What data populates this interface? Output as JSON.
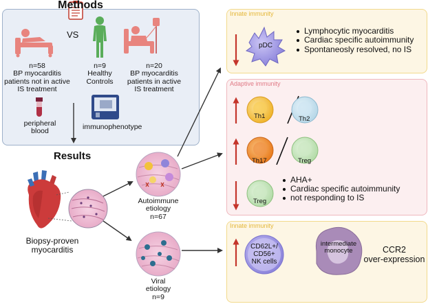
{
  "colors": {
    "methods_bg": "#e9eef6",
    "methods_border": "#9db0c9",
    "innate_bg": "#fdf6e4",
    "innate_border": "#f2d98b",
    "innate_label": "#e4b73a",
    "adaptive_bg": "#fceff0",
    "adaptive_border": "#efb7bd",
    "adaptive_label": "#e07a86",
    "arrow_red": "#c4352b",
    "arrow_dark": "#333333"
  },
  "methods": {
    "title": "Methods",
    "vs": "VS",
    "group1": [
      "n=58",
      "BP myocarditis",
      "patients not in active",
      "IS treatment"
    ],
    "group2": [
      "n=9",
      "Healthy",
      "Controls"
    ],
    "group3": [
      "n=20",
      "BP myocarditis",
      "patients in active",
      "IS treatment"
    ],
    "sample": [
      "peripheral",
      "blood"
    ],
    "assay": "immunophenotype"
  },
  "results": {
    "title": "Results",
    "biopsy": [
      "Biopsy-proven",
      "myocarditis"
    ],
    "autoimmune": [
      "Autoimmune",
      "etiology",
      "n=67"
    ],
    "viral": [
      "Viral",
      "etiology",
      "n=9"
    ]
  },
  "innate_top": {
    "label": "Innate immunity",
    "cell": "pDC",
    "bullets": [
      "Lymphocytic myocarditis",
      "Cardiac specific autoimmunity",
      "Spontaneosly resolved, no IS"
    ]
  },
  "adaptive": {
    "label": "Adaptive immunity",
    "pair1": [
      "Th1",
      "Th2"
    ],
    "pair2": [
      "Th17",
      "Treg"
    ],
    "treg": "Treg",
    "bullets": [
      "AHA+",
      "Cardiac specific autoimmunity",
      "not responding to IS"
    ]
  },
  "innate_bottom": {
    "label": "Innate immunity",
    "nk_cell": [
      "CD62L+/",
      "CD56+",
      "NK cells"
    ],
    "monocyte": [
      "intermediate",
      "monocyte"
    ],
    "ccr2": [
      "CCR2",
      "over-expression"
    ]
  }
}
